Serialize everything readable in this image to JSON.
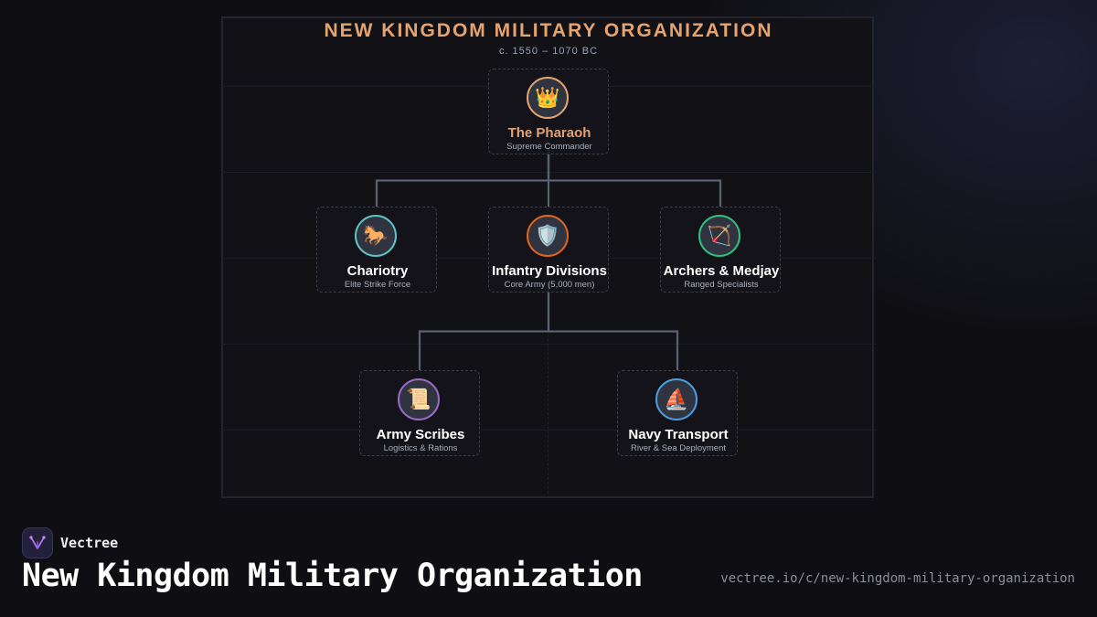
{
  "diagram": {
    "title": "NEW KINGDOM MILITARY ORGANIZATION",
    "subtitle": "c. 1550 – 1070 BC",
    "nodes": {
      "pharaoh": {
        "name": "The Pharaoh",
        "role": "Supreme Commander",
        "icon": "👑",
        "icon_name": "crown-icon",
        "ring_color": "#e4a36f"
      },
      "chariotry": {
        "name": "Chariotry",
        "role": "Elite Strike Force",
        "icon": "🐎",
        "icon_name": "horse-icon",
        "ring_color": "#5fc4c4"
      },
      "infantry": {
        "name": "Infantry Divisions",
        "role": "Core Army (5,000 men)",
        "icon": "🛡️",
        "icon_name": "shield-icon",
        "ring_color": "#e0651e"
      },
      "archers": {
        "name": "Archers & Medjay",
        "role": "Ranged Specialists",
        "icon": "🏹",
        "icon_name": "bow-and-arrow-icon",
        "ring_color": "#2ec27e"
      },
      "scribes": {
        "name": "Army Scribes",
        "role": "Logistics & Rations",
        "icon": "📜",
        "icon_name": "scroll-icon",
        "ring_color": "#9b6bc4"
      },
      "navy": {
        "name": "Navy Transport",
        "role": "River & Sea Deployment",
        "icon": "⛵",
        "icon_name": "sailboat-icon",
        "ring_color": "#4a9ee0"
      }
    },
    "edges": [
      [
        "pharaoh",
        "chariotry"
      ],
      [
        "pharaoh",
        "infantry"
      ],
      [
        "pharaoh",
        "archers"
      ],
      [
        "infantry",
        "scribes"
      ],
      [
        "infantry",
        "navy"
      ]
    ],
    "connector_color": "#5a6070"
  },
  "footer": {
    "brand": "Vectree",
    "title": "New Kingdom Military Organization",
    "url": "vectree.io/c/new-kingdom-military-organization"
  }
}
